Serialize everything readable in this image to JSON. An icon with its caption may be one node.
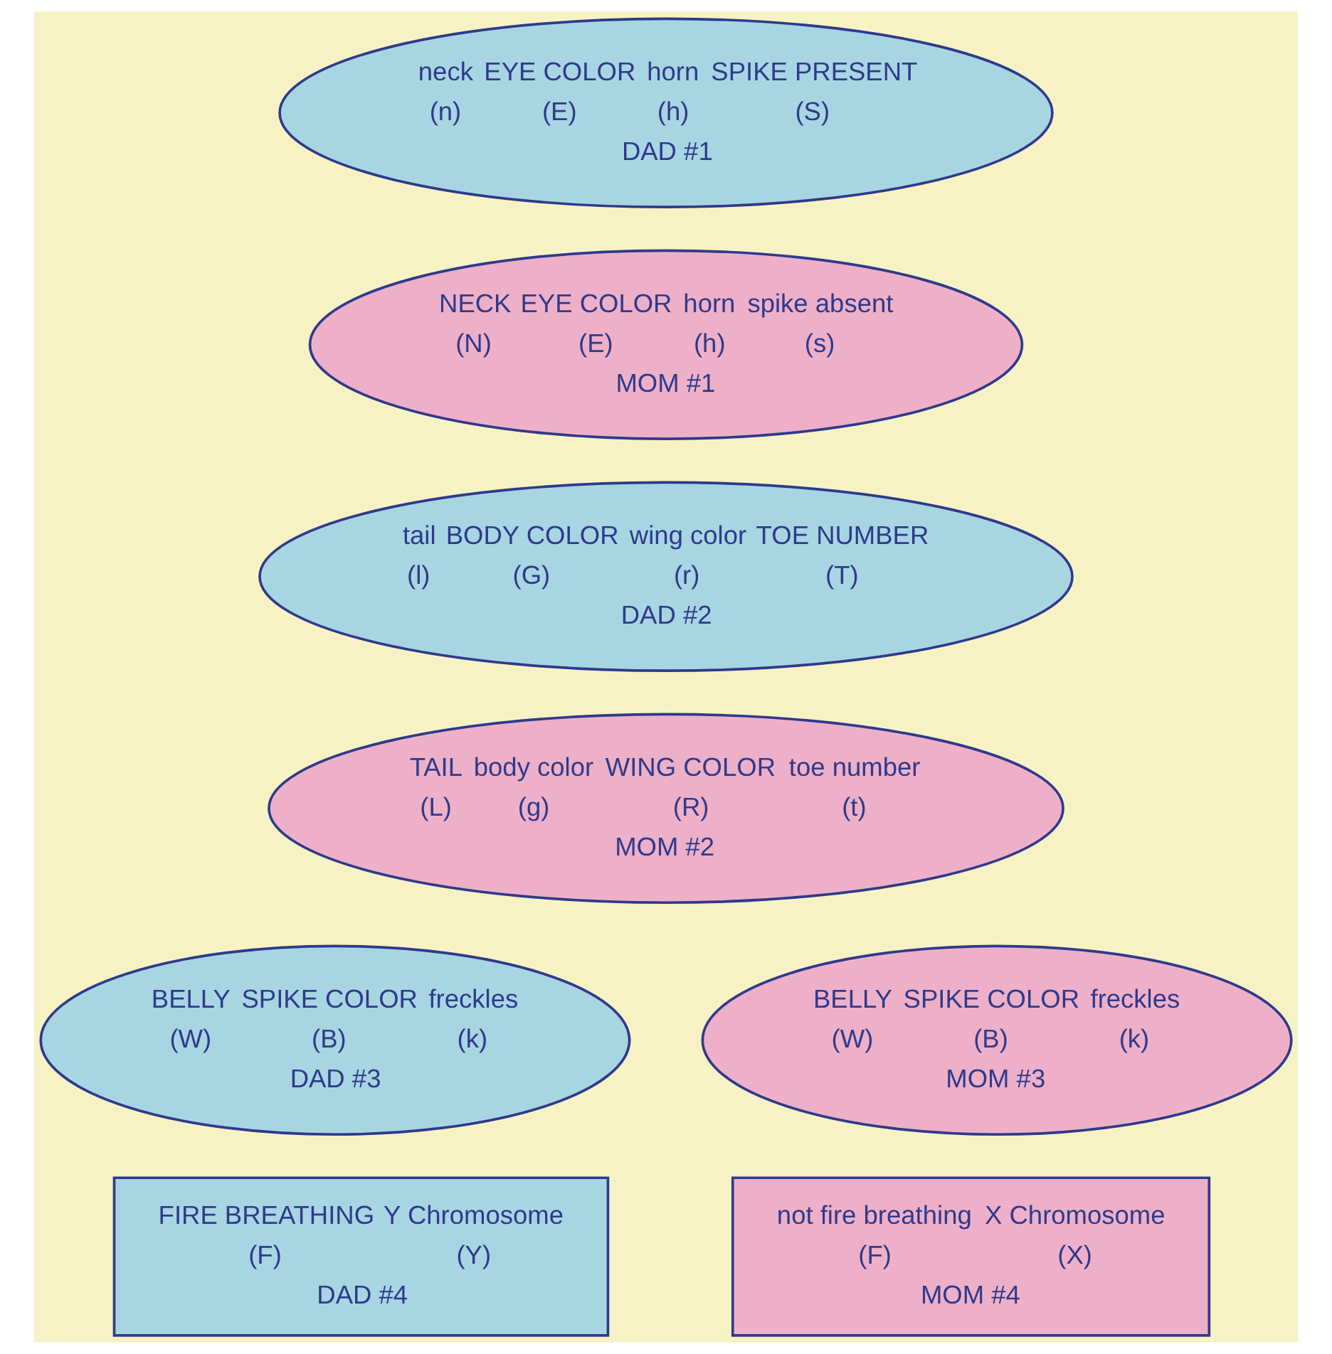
{
  "diagram": {
    "nodes": [
      {
        "text": [
          "neck",
          "(n)",
          "EYE COLOR",
          "(E)",
          "horn",
          "(h)",
          "SPIKE PRESENT",
          "(S)",
          "DAD #1"
        ]
      },
      {
        "text": [
          "NECK",
          "(N)",
          "EYE COLOR",
          "(E)",
          "horn",
          "(h)",
          "spike absent",
          "(s)",
          "MOM #1"
        ]
      },
      {
        "text": [
          "tail",
          "(l)",
          "BODY COLOR",
          "(G)",
          "wing color",
          "(r)",
          "TOE NUMBER",
          "(T)",
          "DAD #2"
        ]
      },
      {
        "text": [
          "TAIL",
          "(L)",
          "body color",
          "(g)",
          "WING COLOR",
          "(R)",
          "toe number",
          "(t)",
          "MOM #2"
        ]
      },
      {
        "text": [
          "BELLY",
          "(W)",
          "SPIKE COLOR",
          "(B)",
          "freckles",
          "(k)",
          "DAD #3"
        ]
      },
      {
        "text": [
          "BELLY",
          "(W)",
          "SPIKE COLOR",
          "(B)",
          "freckles",
          "(k)",
          "MOM #3"
        ]
      },
      {
        "text": [
          "FIRE BREATHING",
          "(F)",
          "Y Chromosome",
          "(Y)",
          "DAD #4"
        ]
      },
      {
        "text": [
          "not fire breathing",
          "(F)",
          "X Chromosome",
          "(X)",
          "MOM #4"
        ]
      }
    ]
  }
}
